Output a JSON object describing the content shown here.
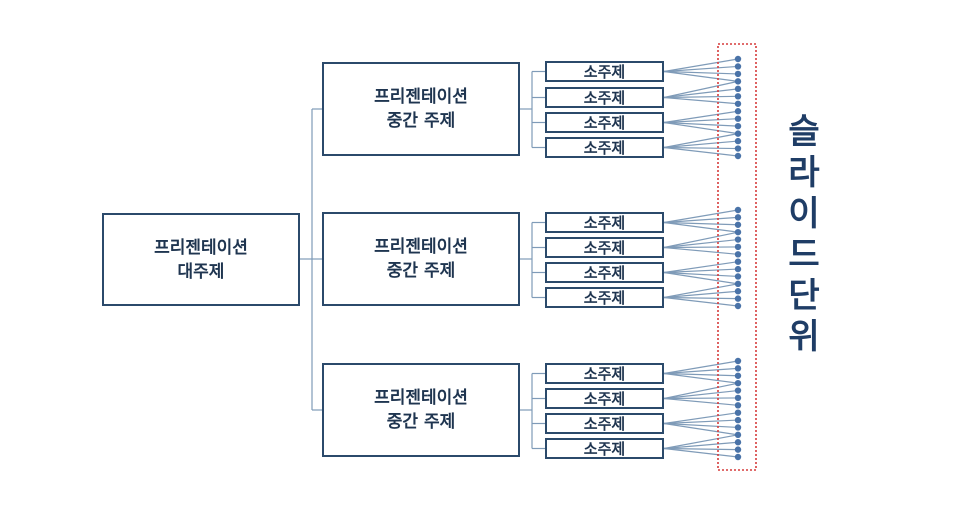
{
  "main_topic": {
    "line1": "프리젠테이션",
    "line2": "대주제"
  },
  "mid_topics": [
    {
      "line1": "프리젠테이션",
      "line2": "중간 주제",
      "subs": [
        "소주제",
        "소주제",
        "소주제",
        "소주제"
      ]
    },
    {
      "line1": "프리젠테이션",
      "line2": "중간 주제",
      "subs": [
        "소주제",
        "소주제",
        "소주제",
        "소주제"
      ]
    },
    {
      "line1": "프리젠테이션",
      "line2": "중간 주제",
      "subs": [
        "소주제",
        "소주제",
        "소주제",
        "소주제"
      ]
    }
  ],
  "slide_unit_label": [
    "슬",
    "라",
    "이",
    "드",
    "단",
    "위"
  ],
  "colors": {
    "box_border": "#2b4a6b",
    "connector": "#7f9bb8",
    "dot": "#4a73a8",
    "dashed_frame": "#d63c3c",
    "label": "#1f3d66"
  }
}
